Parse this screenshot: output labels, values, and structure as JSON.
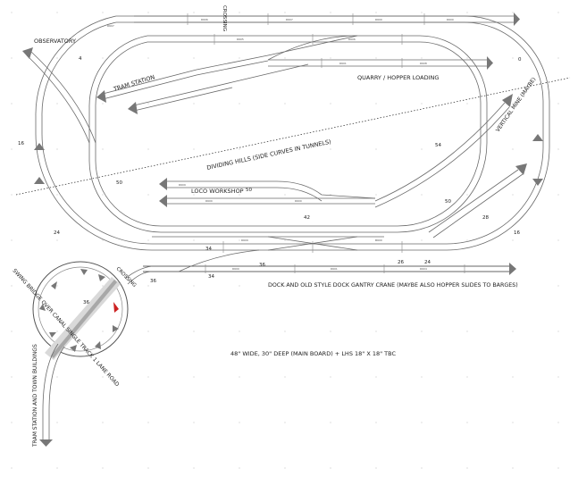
{
  "labels": {
    "observatory": "OBSERVATORY",
    "crossing_top": "CROSSING",
    "tram_station": "TRAM STATION",
    "quarry": "QUARRY / HOPPER LOADING",
    "vertical_mine": "VERTICAL MINE (MAYBE)",
    "dividing_hills": "DIVIDING HILLS (SIDE CURVES IN TUNNELS)",
    "loco_workshop": "LOCO WORKSHOP",
    "crossing_bottom": "CROSSING",
    "swing_bridge": "SWING BRIDGE OVER CANAL SINGLE TRACK 1 LANE ROAD",
    "dock": "DOCK AND OLD STYLE DOCK GANTRY CRANE (MAYBE ALSO HOPPER SLIDES TO BARGES)",
    "board_size": "48\" WIDE, 30\" DEEP (MAIN BOARD) + LHS 18\" X 18\" TBC",
    "tram_town": "TRAM STATION AND TOWN BUILDINGS"
  },
  "radii": {
    "r4": "4",
    "r0": "0",
    "r16_left": "16",
    "r54": "54",
    "r50_left": "50",
    "r50_mid": "50",
    "r50_right": "50",
    "r42": "42",
    "r28": "28",
    "r24_left": "24",
    "r16_right": "16",
    "r34_a": "34",
    "r36_a": "36",
    "r26": "26",
    "r24_b": "24",
    "r36_b": "36",
    "r34_b": "34",
    "r36_c": "36"
  },
  "piece_codes": {
    "c1": "R606",
    "c2": "R607",
    "c3": "R600",
    "c4": "R600",
    "c5": "R605",
    "c6": "R606",
    "c7": "R601",
    "c8": "R608",
    "c9": "R609",
    "c10": "R600",
    "c11": "R600",
    "c12": "R609",
    "c13": "R600",
    "c14": "R600",
    "c15": "R601",
    "c16": "R604",
    "c17": "R607"
  }
}
